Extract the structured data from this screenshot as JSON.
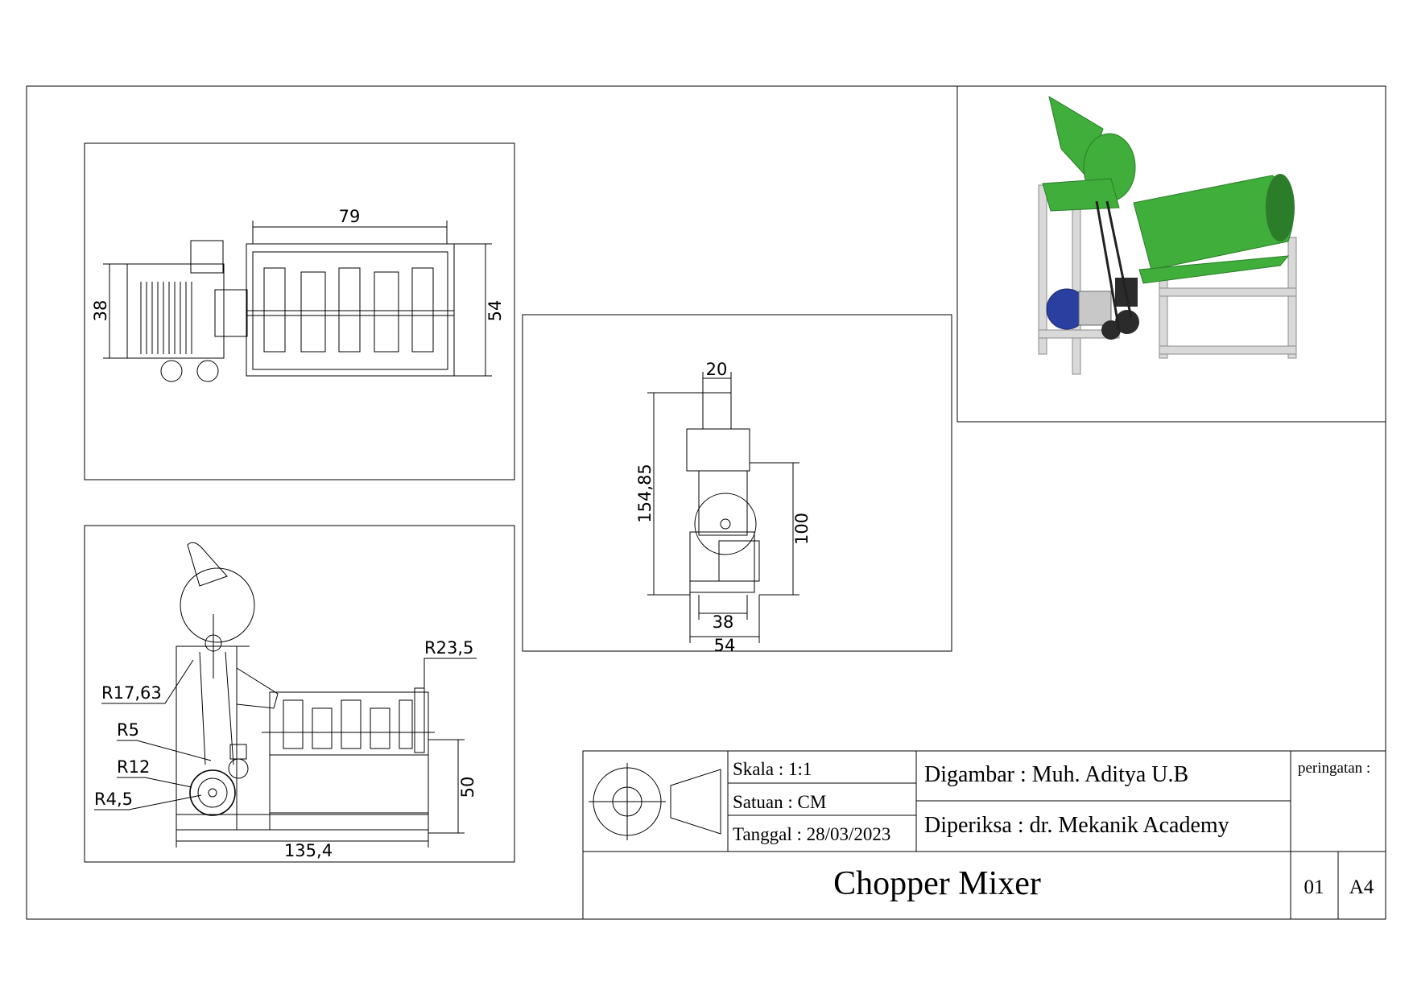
{
  "title_block": {
    "scale": "Skala : 1:1",
    "units": "Satuan : CM",
    "date": "Tanggal : 28/03/2023",
    "drawn_by": "Digambar : Muh. Aditya U.B",
    "checked_by": "Diperiksa : dr. Mekanik Academy",
    "warning_label": "peringatan :",
    "drawing_title": "Chopper Mixer",
    "sheet_number": "01",
    "paper_size": "A4"
  },
  "top_view": {
    "dim_length": "79",
    "dim_width_left": "38",
    "dim_width_right": "54"
  },
  "side_view": {
    "dim_overall_length": "135,4",
    "dim_height": "50",
    "radius_drum": "R23,5",
    "radius_pulley_large": "R17,63",
    "radius_r5": "R5",
    "radius_r12": "R12",
    "radius_r45": "R4,5"
  },
  "front_view": {
    "dim_top_width": "20",
    "dim_total_height": "154,85",
    "dim_frame_height": "100",
    "dim_inner_width": "38",
    "dim_outer_width": "54"
  },
  "colors": {
    "line": "#000000",
    "green_body": "#3fae3a",
    "green_dark": "#2c7d2a",
    "frame_gray": "#d9d9d9",
    "motor_blue": "#2a3fa0"
  }
}
